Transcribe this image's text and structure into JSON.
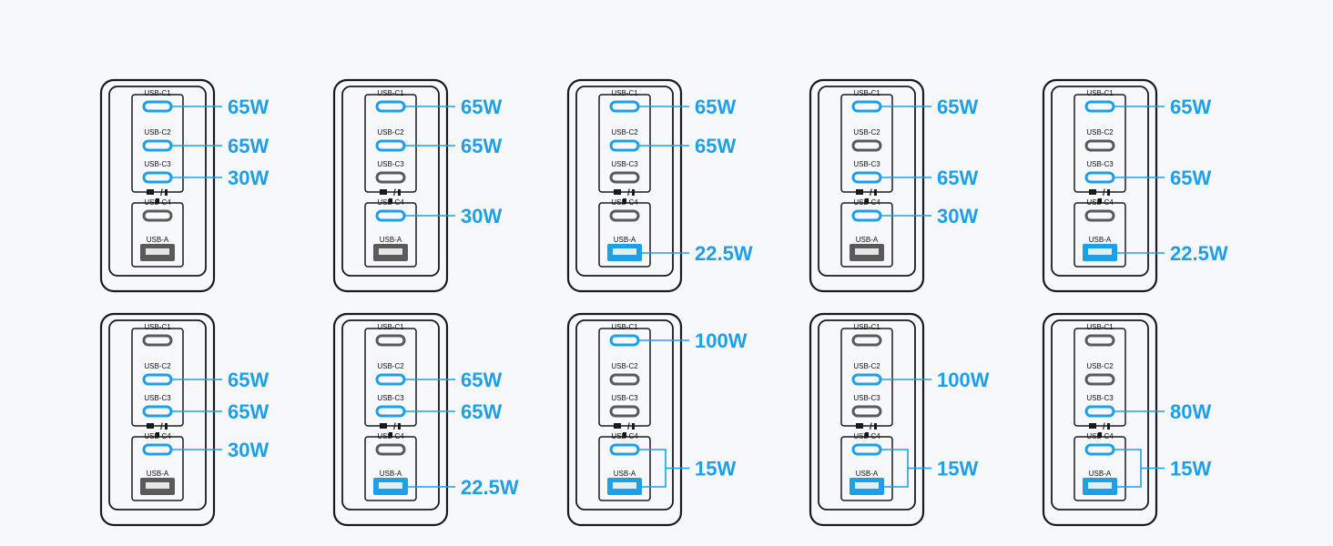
{
  "port_labels": {
    "c1": "USB-C1",
    "c2": "USB-C2",
    "c3": "USB-C3",
    "c4": "USB-C4",
    "a": "USB-A"
  },
  "colors": {
    "active": "#1e9fe8",
    "inactive": "#5a5a5a",
    "outline": "#1a1a1a",
    "background": "#f6f8fb"
  },
  "diagrams": [
    {
      "active": [
        "c1",
        "c2",
        "c3"
      ],
      "outputs": [
        {
          "ports": [
            "c1"
          ],
          "label": "65W"
        },
        {
          "ports": [
            "c2"
          ],
          "label": "65W"
        },
        {
          "ports": [
            "c3"
          ],
          "label": "30W"
        }
      ]
    },
    {
      "active": [
        "c1",
        "c2",
        "c4"
      ],
      "outputs": [
        {
          "ports": [
            "c1"
          ],
          "label": "65W"
        },
        {
          "ports": [
            "c2"
          ],
          "label": "65W"
        },
        {
          "ports": [
            "c4"
          ],
          "label": "30W"
        }
      ]
    },
    {
      "active": [
        "c1",
        "c2",
        "a"
      ],
      "outputs": [
        {
          "ports": [
            "c1"
          ],
          "label": "65W"
        },
        {
          "ports": [
            "c2"
          ],
          "label": "65W"
        },
        {
          "ports": [
            "a"
          ],
          "label": "22.5W"
        }
      ]
    },
    {
      "active": [
        "c1",
        "c3",
        "c4"
      ],
      "outputs": [
        {
          "ports": [
            "c1"
          ],
          "label": "65W"
        },
        {
          "ports": [
            "c3"
          ],
          "label": "65W"
        },
        {
          "ports": [
            "c4"
          ],
          "label": "30W"
        }
      ]
    },
    {
      "active": [
        "c1",
        "c3",
        "a"
      ],
      "outputs": [
        {
          "ports": [
            "c1"
          ],
          "label": "65W"
        },
        {
          "ports": [
            "c3"
          ],
          "label": "65W"
        },
        {
          "ports": [
            "a"
          ],
          "label": "22.5W"
        }
      ]
    },
    {
      "active": [
        "c2",
        "c3",
        "c4"
      ],
      "outputs": [
        {
          "ports": [
            "c2"
          ],
          "label": "65W"
        },
        {
          "ports": [
            "c3"
          ],
          "label": "65W"
        },
        {
          "ports": [
            "c4"
          ],
          "label": "30W"
        }
      ]
    },
    {
      "active": [
        "c2",
        "c3",
        "a"
      ],
      "outputs": [
        {
          "ports": [
            "c2"
          ],
          "label": "65W"
        },
        {
          "ports": [
            "c3"
          ],
          "label": "65W"
        },
        {
          "ports": [
            "a"
          ],
          "label": "22.5W"
        }
      ]
    },
    {
      "active": [
        "c1",
        "c4",
        "a"
      ],
      "outputs": [
        {
          "ports": [
            "c1"
          ],
          "label": "100W"
        },
        {
          "ports": [
            "c4",
            "a"
          ],
          "label": "15W"
        }
      ]
    },
    {
      "active": [
        "c2",
        "c4",
        "a"
      ],
      "outputs": [
        {
          "ports": [
            "c2"
          ],
          "label": "100W"
        },
        {
          "ports": [
            "c4",
            "a"
          ],
          "label": "15W"
        }
      ]
    },
    {
      "active": [
        "c3",
        "c4",
        "a"
      ],
      "outputs": [
        {
          "ports": [
            "c3"
          ],
          "label": "80W"
        },
        {
          "ports": [
            "c4",
            "a"
          ],
          "label": "15W"
        }
      ]
    }
  ]
}
